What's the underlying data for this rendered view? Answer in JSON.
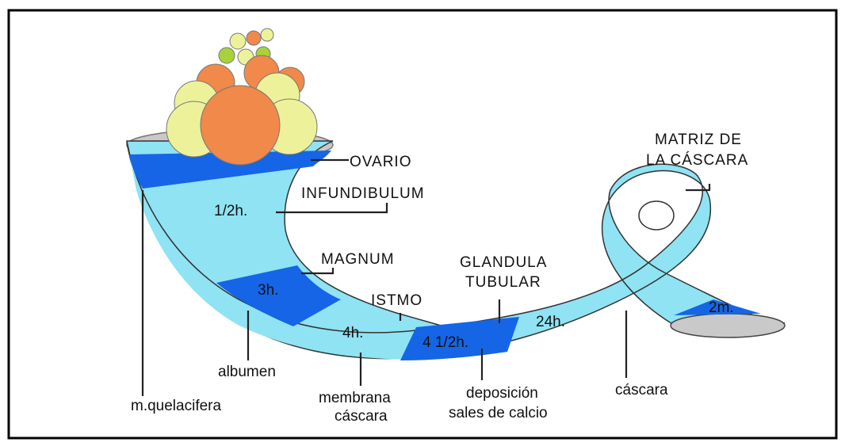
{
  "colors": {
    "tube_light": "#8fe3f3",
    "tube_dark": "#1565e6",
    "opening_grey": "#c9c9c9",
    "ovary_orange": "#f0894a",
    "ovary_yellow": "#edf29a",
    "border": "#000000"
  },
  "labels": {
    "ovario": "OVARIO",
    "infundibulum": "INFUNDIBULUM",
    "magnum": "MAGNUM",
    "istmo": "ISTMO",
    "glandula_tubular_line1": "GLANDULA",
    "glandula_tubular_line2": "TUBULAR",
    "matriz_line1": "MATRIZ DE",
    "matriz_line2": "LA CÁSCARA",
    "albumen": "albumen",
    "quelacifera": "m.quelacifera",
    "membrana_line1": "membrana",
    "membrana_line2": "cáscara",
    "deposicion_line1": "deposición",
    "deposicion_line2": "sales de calcio",
    "cascara": "cáscara"
  },
  "durations": {
    "infundibulum": "1/2h.",
    "magnum": "3h.",
    "istmo": "4h.",
    "glandula": "4 1/2h.",
    "cascara": "24h.",
    "end": "2m."
  }
}
